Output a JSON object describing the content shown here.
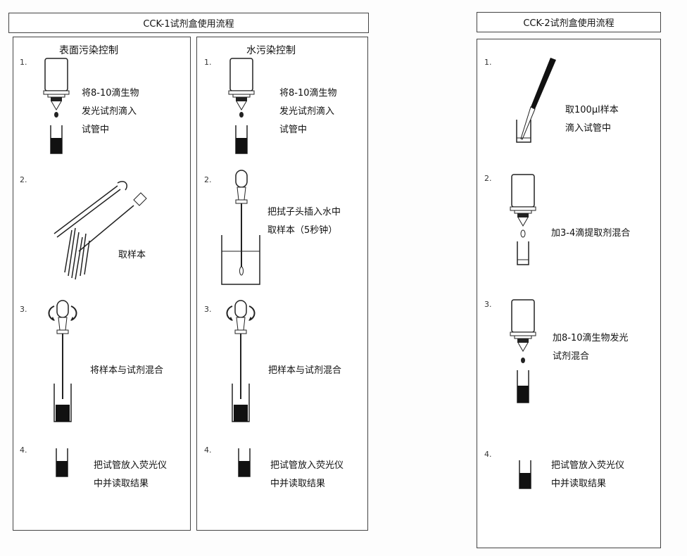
{
  "cck1": {
    "title": "CCK-1试剂盒使用流程",
    "surface": {
      "title": "表面污染控制",
      "steps": [
        {
          "num": "1.",
          "lines": [
            "将8-10滴生物",
            "发光试剂滴入",
            "试管中"
          ]
        },
        {
          "num": "2.",
          "lines": [
            "取样本"
          ]
        },
        {
          "num": "3.",
          "lines": [
            "将样本与试剂混合"
          ]
        },
        {
          "num": "4.",
          "lines": [
            "把试管放入荧光仪",
            "中并读取结果"
          ]
        }
      ]
    },
    "water": {
      "title": "水污染控制",
      "steps": [
        {
          "num": "1.",
          "lines": [
            "将8-10滴生物",
            "发光试剂滴入",
            "试管中"
          ]
        },
        {
          "num": "2.",
          "lines": [
            "把拭子头插入水中",
            "取样本（5秒钟）"
          ]
        },
        {
          "num": "3.",
          "lines": [
            "把样本与试剂混合"
          ]
        },
        {
          "num": "4.",
          "lines": [
            "把试管放入荧光仪",
            "中并读取结果"
          ]
        }
      ]
    }
  },
  "cck2": {
    "title": "CCK-2试剂盒使用流程",
    "steps": [
      {
        "num": "1.",
        "lines": [
          "取100μl样本",
          "滴入试管中"
        ]
      },
      {
        "num": "2.",
        "lines": [
          "加3-4滴提取剂混合"
        ]
      },
      {
        "num": "3.",
        "lines": [
          "加8-10滴生物发光",
          "试剂混合"
        ]
      },
      {
        "num": "4.",
        "lines": [
          "把试管放入荧光仪",
          "中并读取结果"
        ]
      }
    ]
  }
}
